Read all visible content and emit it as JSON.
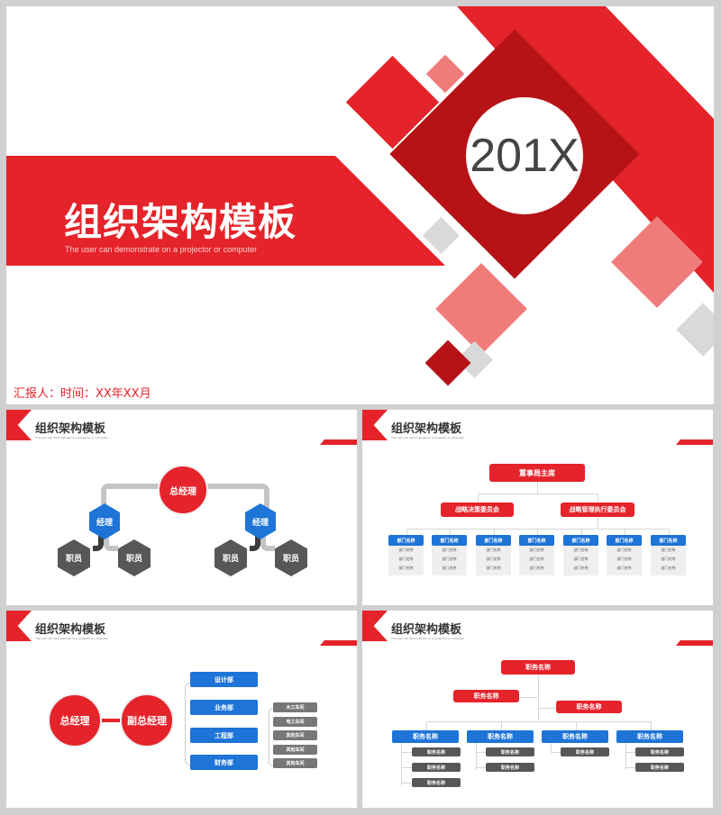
{
  "cover": {
    "title": "组织架构模板",
    "subtitle": "The user can demonstrate on a projector or computer",
    "year": "201X",
    "reporter_line": "汇报人：时间：XX年XX月"
  },
  "slide_header": {
    "title": "组织架构模板",
    "subtitle": "The user can demonstrate on a projector or computer"
  },
  "slide1": {
    "root": "总经理",
    "managers": [
      "经理",
      "经理"
    ],
    "staff": [
      "职员",
      "职员",
      "职员",
      "职员"
    ]
  },
  "slide2": {
    "root": "董事局主席",
    "committees": [
      "战略决策委员会",
      "战略管理执行委员会"
    ],
    "departments": [
      {
        "name": "部门名称",
        "items": [
          "部门名称",
          "部门名称",
          "部门名称"
        ]
      },
      {
        "name": "部门名称",
        "items": [
          "部门名称",
          "部门名称",
          "部门名称"
        ]
      },
      {
        "name": "部门名称",
        "items": [
          "部门名称",
          "部门名称",
          "部门名称"
        ]
      },
      {
        "name": "部门名称",
        "items": [
          "部门名称",
          "部门名称",
          "部门名称"
        ]
      },
      {
        "name": "部门名称",
        "items": [
          "部门名称",
          "部门名称",
          "部门名称"
        ]
      },
      {
        "name": "部门名称",
        "items": [
          "部门名称",
          "部门名称",
          "部门名称"
        ]
      },
      {
        "name": "部门名称",
        "items": [
          "部门名称",
          "部门名称",
          "部门名称"
        ]
      }
    ]
  },
  "slide3": {
    "gm": "总经理",
    "deputy": "副总经理",
    "departments": [
      "设计部",
      "业务部",
      "工程部",
      "财务部"
    ],
    "workshops": [
      "木工车间",
      "电工车间",
      "其他车间",
      "其他车间",
      "其他车间"
    ]
  },
  "slide4": {
    "root": "职务名称",
    "deputies": [
      "职务名称",
      "职务名称"
    ],
    "columns": [
      {
        "name": "职务名称",
        "items": [
          "职务名称",
          "职务名称",
          "职务名称"
        ]
      },
      {
        "name": "职务名称",
        "items": [
          "职务名称",
          "职务名称"
        ]
      },
      {
        "name": "职务名称",
        "items": [
          "职务名称"
        ]
      },
      {
        "name": "职务名称",
        "items": [
          "职务名称",
          "职务名称"
        ]
      }
    ]
  },
  "colors": {
    "red": "#e5232a",
    "dark_red": "#b71317",
    "pink": "#f07b7b",
    "grey_shape": "#d9d9d9",
    "blue": "#1e74d7",
    "dark_grey": "#575757"
  }
}
